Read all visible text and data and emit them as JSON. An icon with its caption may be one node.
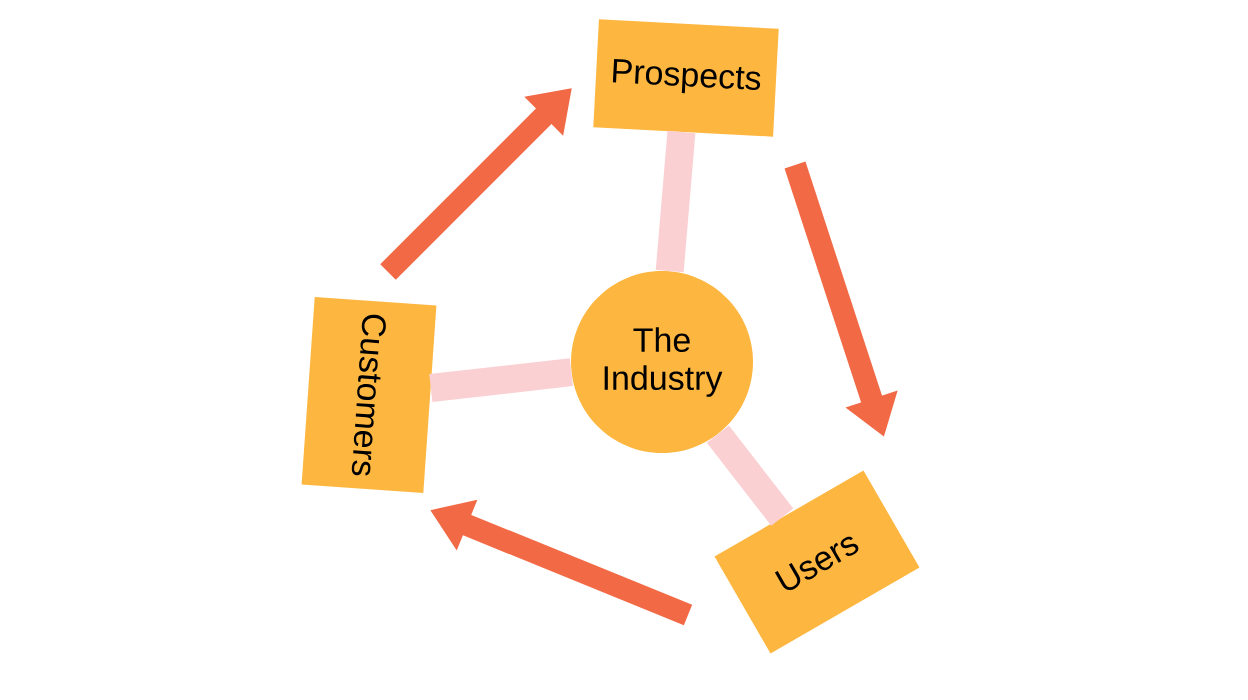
{
  "diagram": {
    "nodes": [
      {
        "text": [
          "Prospects"
        ]
      },
      {
        "text": [
          "The Industry"
        ]
      },
      {
        "text": [
          "Users"
        ]
      },
      {
        "text": [
          "Customers"
        ]
      }
    ],
    "edges": [
      {
        "from": 1,
        "to": 0,
        "arrow": "none",
        "color": "#fbd0d3"
      },
      {
        "from": 1,
        "to": 3,
        "arrow": "none",
        "color": "#fbd0d3"
      },
      {
        "from": 1,
        "to": 2,
        "arrow": "none",
        "color": "#fbd0d3"
      },
      {
        "from": 3,
        "to": 0,
        "arrow": "to",
        "color": "#f26a45"
      },
      {
        "from": 0,
        "to": 2,
        "arrow": "to",
        "color": "#f26a45"
      },
      {
        "from": 2,
        "to": 3,
        "arrow": "to",
        "color": "#f26a45"
      }
    ]
  }
}
